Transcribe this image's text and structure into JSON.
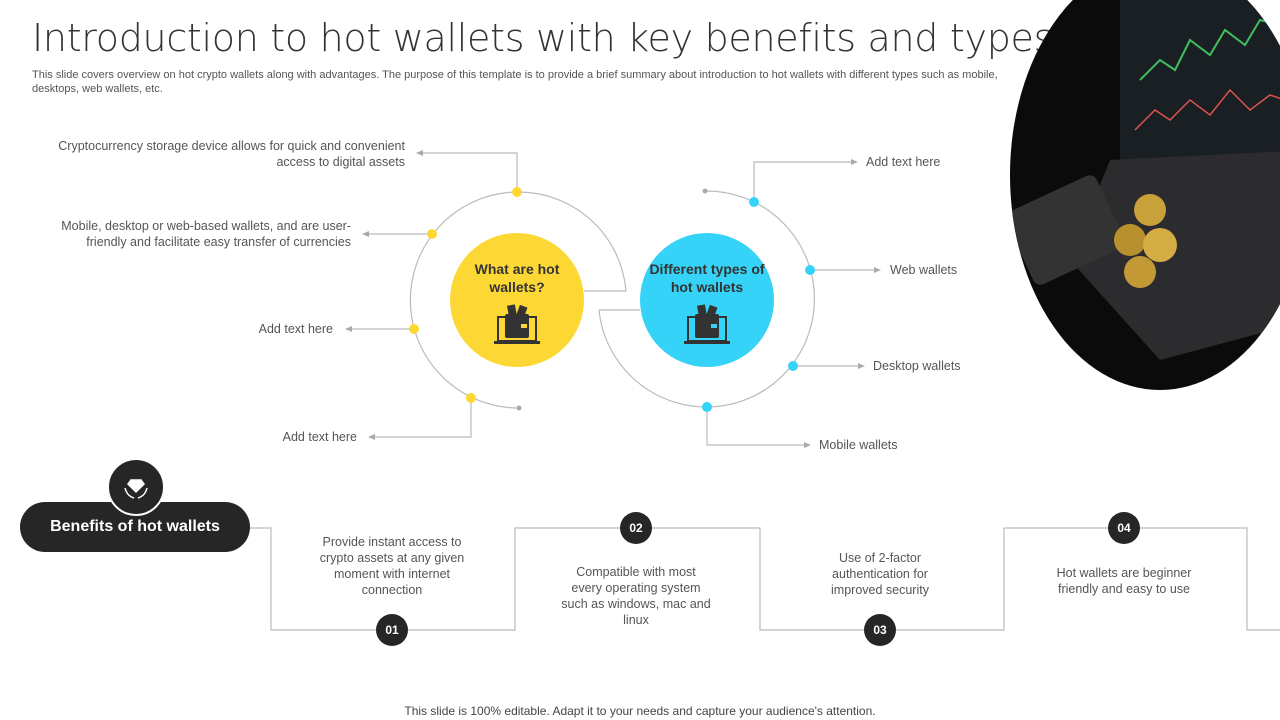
{
  "title": "Introduction to hot wallets with key benefits and types",
  "subtitle": "This slide covers overview on hot crypto wallets along with advantages. The purpose of this template is to provide a brief summary about introduction to hot wallets with different types such as mobile, desktops, web wallets, etc.",
  "colors": {
    "yellow": "#FDD835",
    "cyan": "#35D3F7",
    "dark": "#262626",
    "line": "#bbbbbb"
  },
  "left_circle": {
    "label": "What are hot wallets?",
    "icon": "laptop-wallet-icon",
    "points": [
      "Cryptocurrency storage device allows for quick and convenient access to digital assets",
      "Mobile, desktop or web-based wallets, and are user-friendly and facilitate easy transfer of currencies",
      "Add text here",
      "Add text here"
    ]
  },
  "right_circle": {
    "label": "Different types of hot wallets",
    "icon": "laptop-wallet-icon",
    "points": [
      "Add text here",
      "Web wallets",
      "Desktop wallets",
      "Mobile wallets"
    ]
  },
  "benefits": {
    "title": "Benefits of hot wallets",
    "icon": "diamond-hands-icon",
    "steps": [
      {
        "num": "01",
        "text": "Provide instant access to crypto assets at any given moment with internet connection"
      },
      {
        "num": "02",
        "text": "Compatible with most every operating system such as windows, mac and linux"
      },
      {
        "num": "03",
        "text": "Use of 2-factor authentication for improved security"
      },
      {
        "num": "04",
        "text": "Hot wallets are beginner friendly and easy to use"
      }
    ]
  },
  "footer": "This slide is 100% editable. Adapt it to your needs and capture your audience's attention."
}
